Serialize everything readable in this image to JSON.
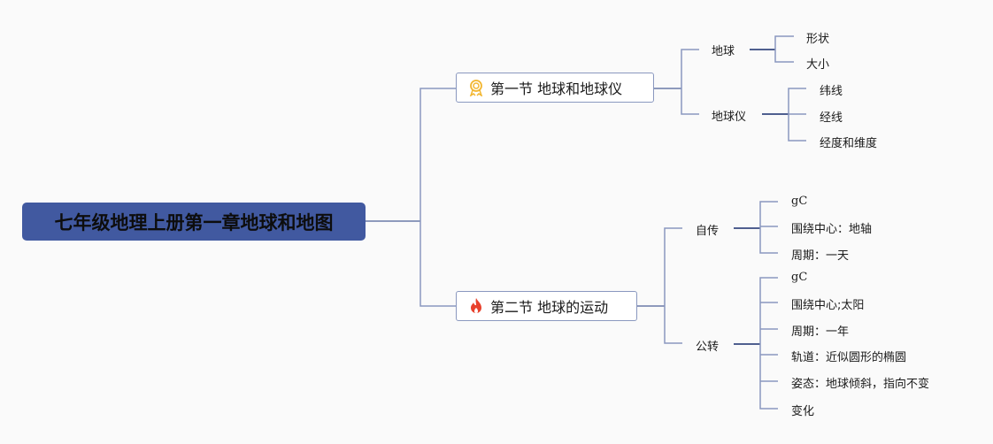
{
  "root": {
    "title": "七年级地理上册第一章地球和地图"
  },
  "sections": [
    {
      "icon": "award-medal-icon",
      "title": "第一节 地球和地球仪",
      "topics": [
        {
          "label": "地球",
          "items": [
            "形状",
            "大小"
          ]
        },
        {
          "label": "地球仪",
          "items": [
            "纬线",
            "经线",
            "经度和维度"
          ]
        }
      ]
    },
    {
      "icon": "fire-icon",
      "title": "第二节 地球的运动",
      "topics": [
        {
          "label": "自传",
          "items": [
            "gC",
            "围绕中心：地轴",
            "周期：一天"
          ]
        },
        {
          "label": "公转",
          "items": [
            "gC",
            "围绕中心;太阳",
            "周期：一年",
            "轨道：近似圆形的椭圆",
            "姿态：地球倾斜，指向不变",
            "变化"
          ]
        }
      ]
    }
  ],
  "colors": {
    "root_fill": "#4159a0",
    "line": "#8a98bf",
    "line_dark": "#4f5f8f",
    "background": "#fafafa"
  }
}
